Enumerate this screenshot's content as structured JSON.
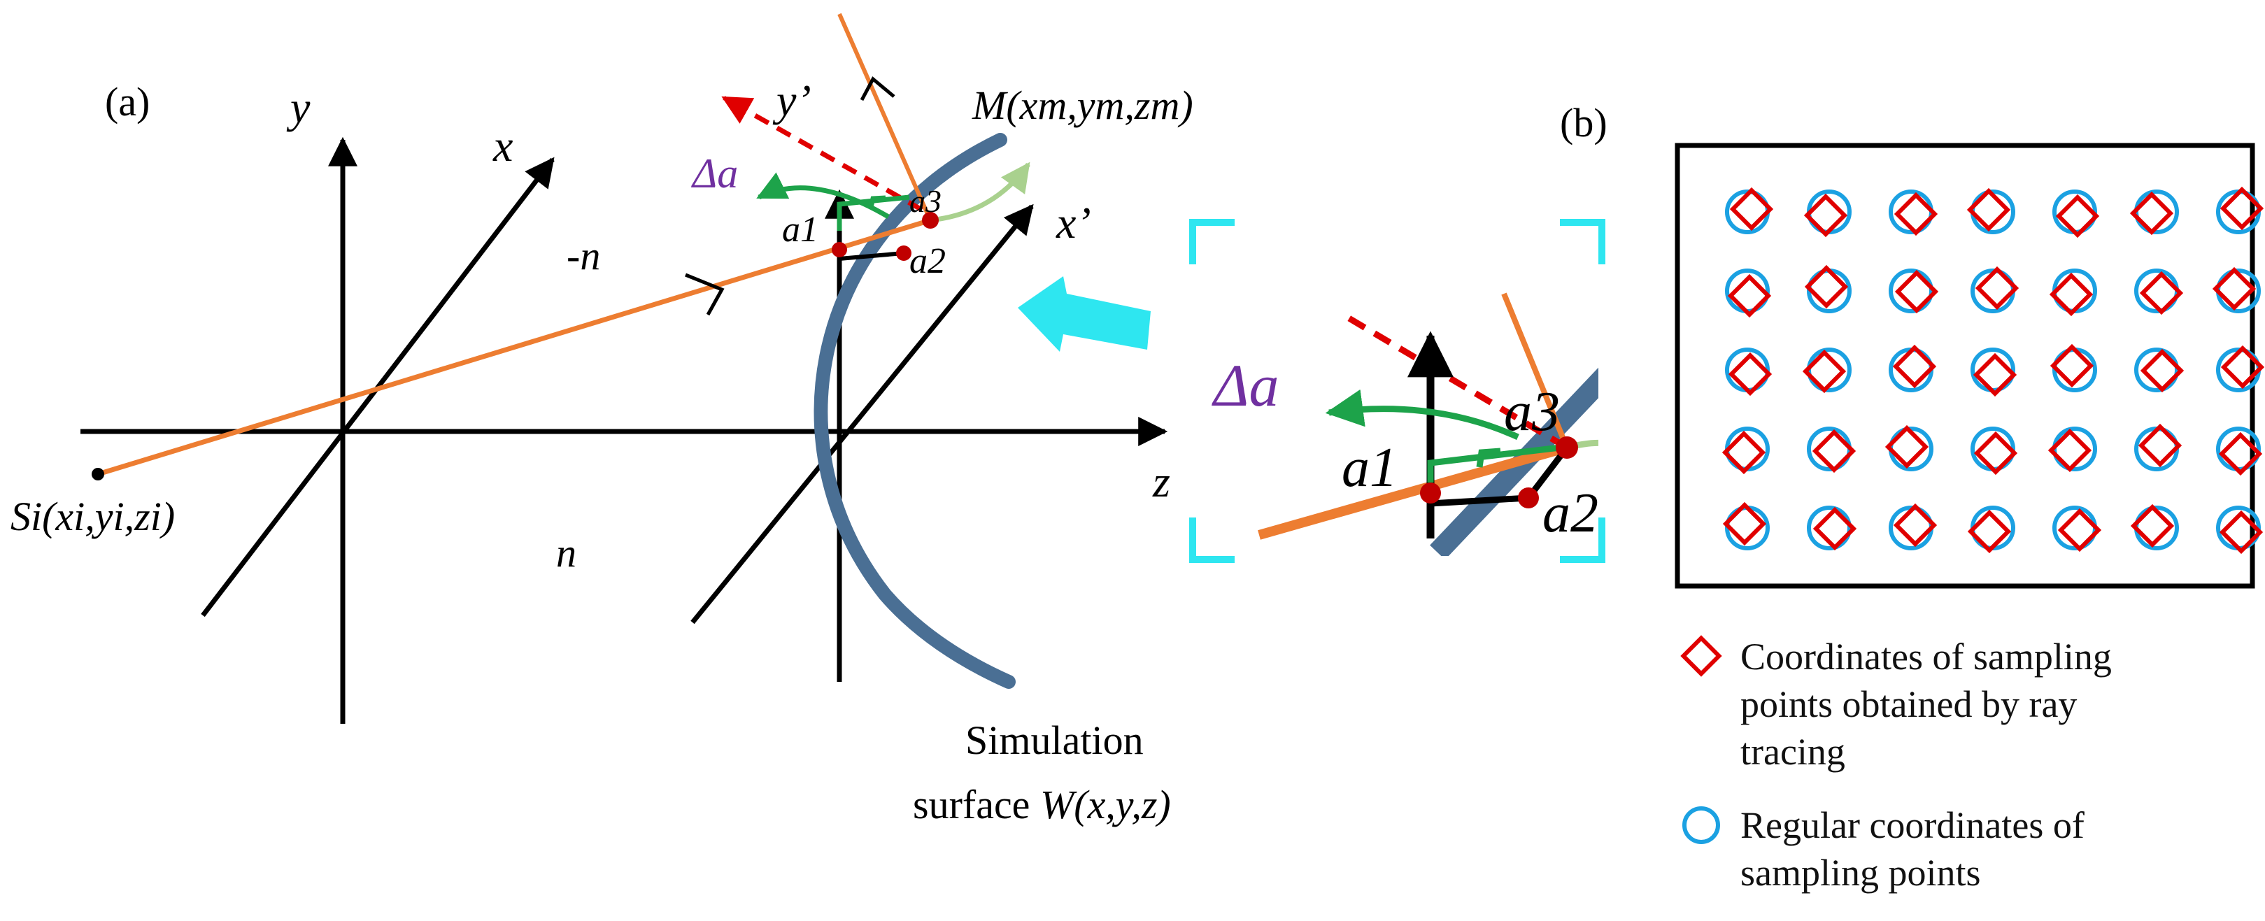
{
  "panel_a": {
    "label": "(a)",
    "axes": {
      "y": "y",
      "x": "x",
      "z": "z",
      "y_prime": "y’",
      "x_prime": "x’"
    },
    "normal_neg": "-n",
    "normal_pos": "n",
    "source_point": "Si(xi,yi,zi)",
    "surface_point": "M(xm,ym,zm)",
    "delta_a": "Δa",
    "points": {
      "a1": "a1",
      "a2": "a2",
      "a3": "a3"
    },
    "surface_caption_line1": "Simulation",
    "surface_caption_line2_prefix": "surface ",
    "surface_caption_line2_func": "W(x,y,z)"
  },
  "zoom_inset": {
    "delta_a": "Δa",
    "a1": "a1",
    "a2": "a2",
    "a3": "a3"
  },
  "panel_b": {
    "label": "(b)",
    "grid": {
      "rows": 5,
      "cols": 7
    },
    "legend": [
      {
        "marker": "diamond",
        "line1": "Coordinates of sampling",
        "line2": "points obtained by ray",
        "line3": "tracing"
      },
      {
        "marker": "circle",
        "line1": "Regular coordinates of",
        "line2": "sampling points"
      }
    ]
  },
  "colors": {
    "ray": "#ED7D31",
    "surface": "#4A6F94",
    "point": "#C00000",
    "dashed": "#E00000",
    "green": "#1DA34A",
    "light_green": "#A9D18E",
    "arrow_cyan": "#2EE6F0",
    "bracket_cyan": "#2EE6F0",
    "delta_text": "#7030A0",
    "diamond": "#E00000",
    "circle": "#1BA1E2"
  }
}
